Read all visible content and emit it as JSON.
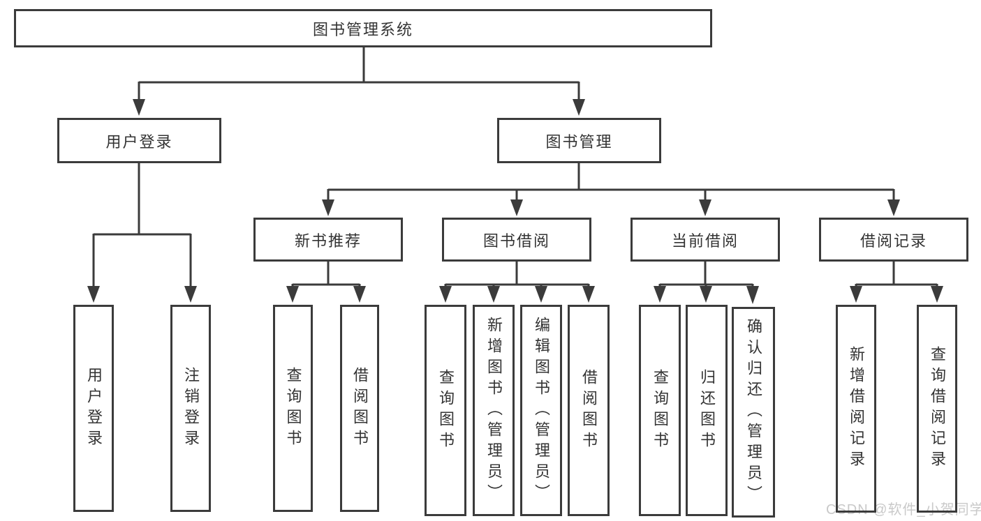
{
  "colors": {
    "line": "#3b3b3b",
    "box_border": "#3b3b3b",
    "box_background": "#ffffff",
    "text": "#333333",
    "watermark": "#c9c9c9",
    "page_background": "#ffffff"
  },
  "diagram": {
    "root": {
      "label": "图书管理系统"
    },
    "branches": [
      {
        "label": "用户登录",
        "children": [
          {
            "label": "用户登录"
          },
          {
            "label": "注销登录"
          }
        ]
      },
      {
        "label": "图书管理",
        "children": [
          {
            "label": "新书推荐",
            "children": [
              {
                "label": "查询图书"
              },
              {
                "label": "借阅图书"
              }
            ]
          },
          {
            "label": "图书借阅",
            "children": [
              {
                "label": "查询图书"
              },
              {
                "label": "新增图书（管理员）"
              },
              {
                "label": "编辑图书（管理员）"
              },
              {
                "label": "借阅图书"
              }
            ]
          },
          {
            "label": "当前借阅",
            "children": [
              {
                "label": "查询图书"
              },
              {
                "label": "归还图书"
              },
              {
                "label": "确认归还（管理员）"
              }
            ]
          },
          {
            "label": "借阅记录",
            "children": [
              {
                "label": "新增借阅记录"
              },
              {
                "label": "查询借阅记录"
              }
            ]
          }
        ]
      }
    ]
  },
  "watermark": {
    "label": "CSDN @软件_小贺同学"
  }
}
